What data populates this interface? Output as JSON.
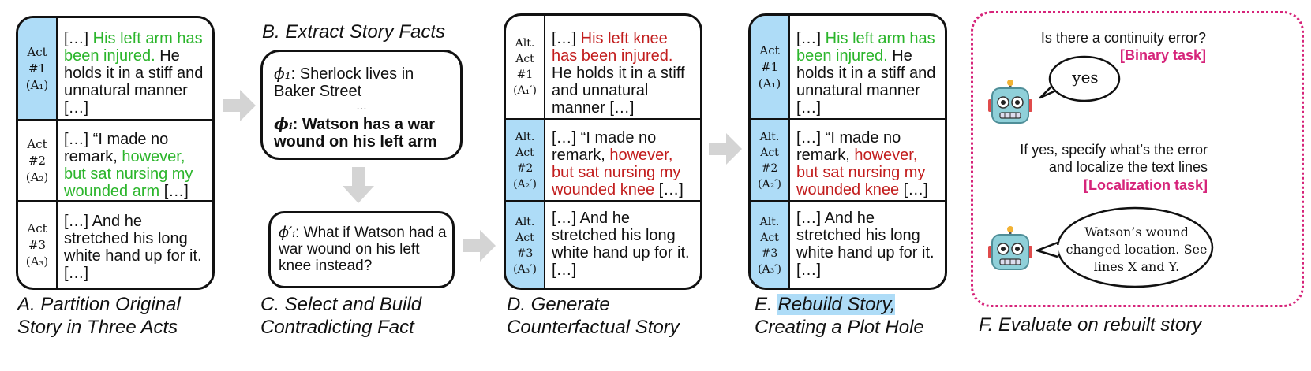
{
  "panel_a": {
    "rows": [
      {
        "act": [
          "Act",
          "#1",
          "(A₁)"
        ],
        "pre": "[…] ",
        "colored": "His left arm has been injured.",
        "post": " He holds it in a stiff and unnatural manner […]"
      },
      {
        "act": [
          "Act",
          "#2",
          "(A₂)"
        ],
        "pre": "[…] “I made no remark, ",
        "colored": "however, but sat nursing my wounded arm",
        "post": " […]"
      },
      {
        "act": [
          "Act",
          "#3",
          "(A₃)"
        ],
        "pre": "[…] And he stretched his long white hand up for it. […]",
        "colored": "",
        "post": ""
      }
    ],
    "caption": "A. Partition Original Story in Three Acts"
  },
  "panel_b": {
    "title": "B. Extract Story Facts",
    "fact1_symbol": "ϕ₁",
    "fact1_text": ": Sherlock lives in Baker Street",
    "ellipsis": "…",
    "facti_symbol": "ϕᵢ",
    "facti_text": ": Watson has a war wound on his left arm"
  },
  "panel_c": {
    "symbol": "ϕ′ᵢ",
    "text": ": What if Watson had a war wound on his left knee instead?",
    "caption": "C. Select and Build Contradicting Fact"
  },
  "panel_d": {
    "rows": [
      {
        "act": [
          "Alt.",
          "Act",
          "#1",
          "(A₁′)"
        ],
        "pre": "[…] ",
        "colored": "His left knee has been injured.",
        "post": " He holds it in a stiff and unnatural manner […]"
      },
      {
        "act": [
          "Alt.",
          "Act",
          "#2",
          "(A₂′)"
        ],
        "pre": "[…] “I made no remark, ",
        "colored": "however, but sat nursing my wounded knee",
        "post": " […]"
      },
      {
        "act": [
          "Alt.",
          "Act",
          "#3",
          "(A₃′)"
        ],
        "pre": "[…] And he stretched his long white hand up for it. […]",
        "colored": "",
        "post": ""
      }
    ],
    "caption": "D. Generate Counterfactual Story"
  },
  "panel_e": {
    "rows": [
      {
        "act": [
          "Act",
          "#1",
          "(A₁)"
        ],
        "pre": "[…] ",
        "colored": "His left arm has been injured.",
        "post": " He holds it in a stiff and unnatural manner […]"
      },
      {
        "act": [
          "Alt.",
          "Act",
          "#2",
          "(A₂′)"
        ],
        "pre": "[…] “I made no remark, ",
        "colored": "however, but sat nursing my wounded knee",
        "post": " […]"
      },
      {
        "act": [
          "Alt.",
          "Act",
          "#3",
          "(A₃′)"
        ],
        "pre": "[…] And he stretched his long white hand up for it. […]",
        "colored": "",
        "post": ""
      }
    ],
    "caption_prefix": "E.",
    "caption_highlight": "Rebuild Story,",
    "caption_line2": "Creating a Plot Hole"
  },
  "panel_f": {
    "question": "Is there a continuity error?",
    "binary_tag": "[Binary task]",
    "answer": "yes",
    "followup_line1": "If yes, specify what’s the error",
    "followup_line2": "and localize the text lines",
    "localization_tag": "[Localization task]",
    "response": "Watson’s wound changed location. See lines X and Y.",
    "caption": "F. Evaluate on rebuilt story"
  },
  "colors": {
    "green": "#2bb52b",
    "red": "#c21d1d",
    "pink": "#d6247a",
    "blue": "#aedcf7",
    "arrow": "#d4d4d4"
  }
}
